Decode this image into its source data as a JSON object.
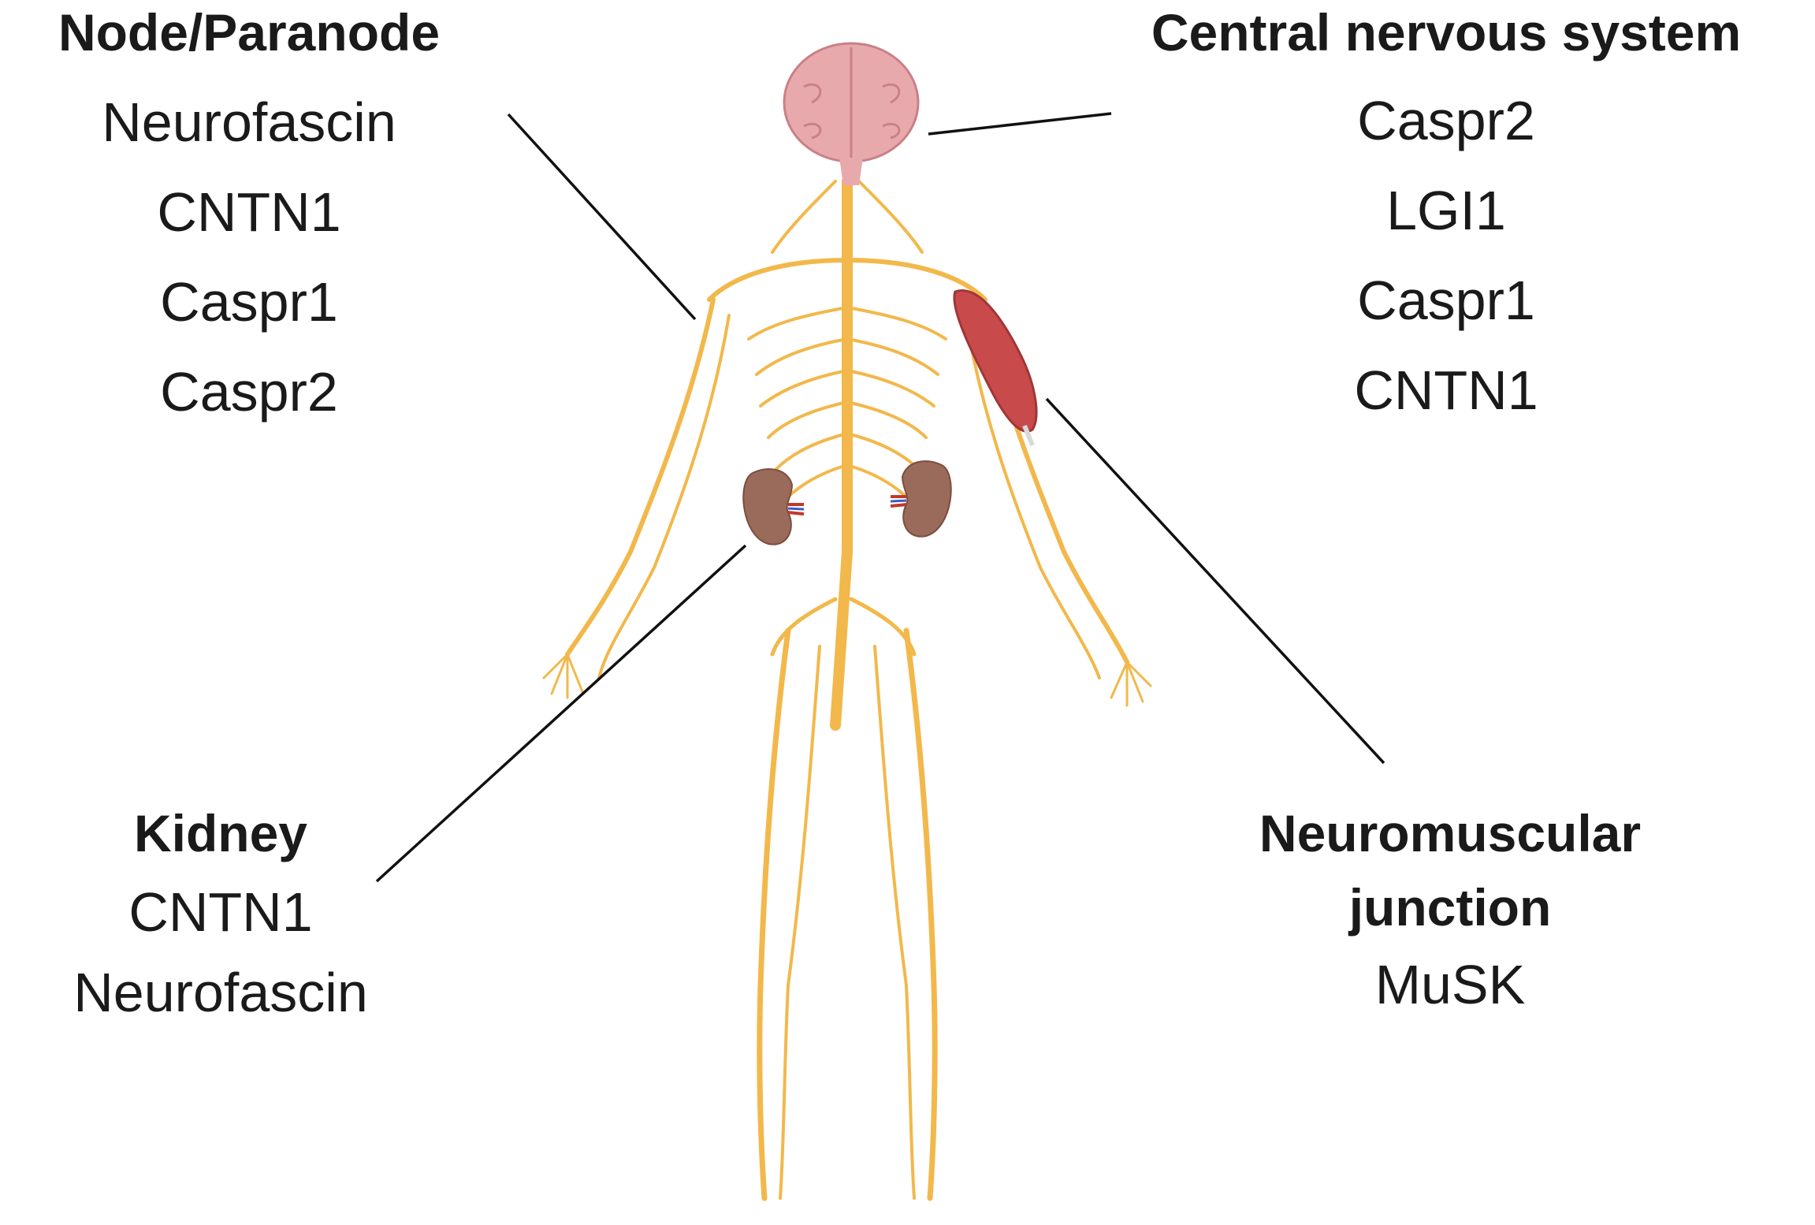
{
  "labels": {
    "node_paranode": {
      "heading": "Node/Paranode",
      "items": [
        "Neurofascin",
        "CNTN1",
        "Caspr1",
        "Caspr2"
      ]
    },
    "cns": {
      "heading": "Central nervous system",
      "items": [
        "Caspr2",
        "LGI1",
        "Caspr1",
        "CNTN1"
      ]
    },
    "kidney": {
      "heading": "Kidney",
      "items": [
        "CNTN1",
        "Neurofascin"
      ]
    },
    "nmj": {
      "heading_lines": [
        "Neuromuscular",
        "junction"
      ],
      "items": [
        "MuSK"
      ]
    }
  },
  "colors": {
    "nerve": "#f2b84b",
    "brain": "#e8a9ad",
    "muscle": "#c84a4a",
    "kidney": "#9a6a5a",
    "leader_line": "#111111",
    "text": "#1a1a1a"
  },
  "icons": [
    "brain-icon",
    "kidney-icon",
    "muscle-icon",
    "nervous-system-figure"
  ]
}
